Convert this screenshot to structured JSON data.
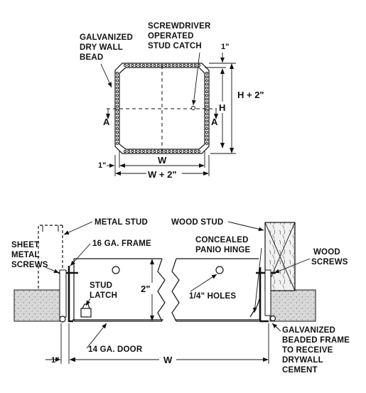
{
  "top_view": {
    "label_bead": [
      "GALVANIZED",
      "DRY WALL",
      "BEAD"
    ],
    "label_catch": [
      "SCREWDRIVER",
      "OPERATED",
      "STUD CATCH"
    ],
    "dim_1in_top": "1\"",
    "dim_h": "H",
    "dim_h_plus": "H + 2\"",
    "dim_w": "W",
    "dim_w_plus": "W + 2\"",
    "dim_1in_left": "1\"",
    "section_a_left": "A",
    "section_a_right": "A"
  },
  "section_view": {
    "label_metal_stud": "METAL STUD",
    "label_wood_stud": "WOOD STUD",
    "label_sheet_metal": [
      "SHEET",
      "METAL",
      "SCREWS"
    ],
    "label_frame": "16 GA. FRAME",
    "label_hinge": [
      "CONCEALED",
      "PANIO HINGE"
    ],
    "label_wood_screws": [
      "WOOD",
      "SCREWS"
    ],
    "label_stud_latch": [
      "STUD",
      "LATCH"
    ],
    "label_2in": "2\"",
    "label_holes": "1/4\" HOLES",
    "label_door": "14 GA. DOOR",
    "label_galv_frame": [
      "GALVANIZED",
      "BEADED FRAME",
      "TO RECEIVE",
      "DRYWALL",
      "CEMENT"
    ],
    "label_1in": "1\"",
    "label_w": "W"
  }
}
